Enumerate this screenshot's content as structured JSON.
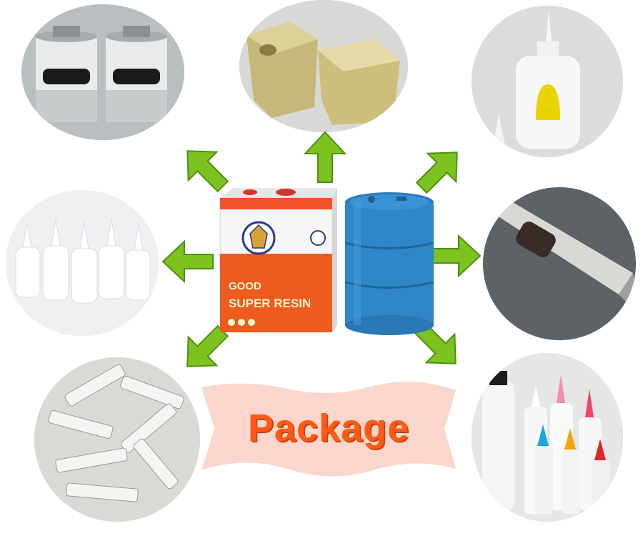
{
  "banner": {
    "title": "Package"
  },
  "can": {
    "brand_line1": "GOOD",
    "brand_line2": "SUPER RESIN"
  },
  "colors": {
    "arrow": "#7cc31f",
    "arrow_dark": "#4f8f12",
    "banner_fill": "#fbd6cc",
    "title": "#ff5a14",
    "can_top": "#f4f4f4",
    "can_bottom": "#ef5a1e",
    "drum": "#2f86c8"
  },
  "items": [
    {
      "name": "metal-cans-with-lids"
    },
    {
      "name": "square-tin-cans"
    },
    {
      "name": "squeeze-glue-bottle"
    },
    {
      "name": "small-plastic-bottles"
    },
    {
      "name": "aluminum-tube"
    },
    {
      "name": "small-glue-tubes"
    },
    {
      "name": "colored-nozzle-bottles"
    }
  ]
}
